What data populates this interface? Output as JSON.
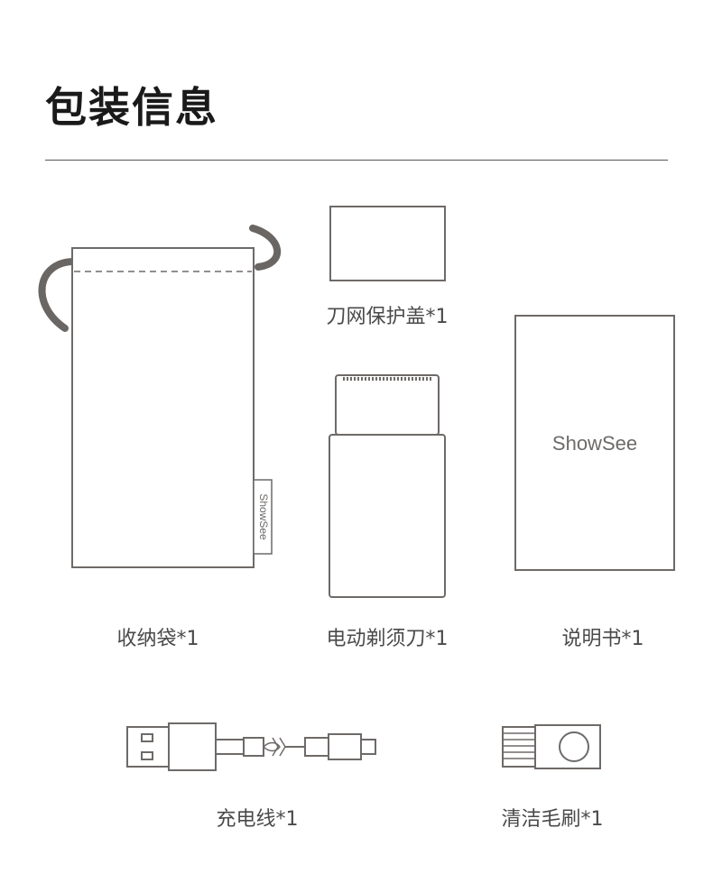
{
  "page": {
    "title": "包装信息"
  },
  "items": {
    "pouch": {
      "label": "收纳袋*1",
      "tag_text": "ShowSee"
    },
    "foil_cover": {
      "label": "刀网保护盖*1"
    },
    "shaver": {
      "label": "电动剃须刀*1"
    },
    "manual": {
      "label": "说明书*1",
      "brand_text": "ShowSee"
    },
    "cable": {
      "label": "充电线*1"
    },
    "brush": {
      "label": "清洁毛刷*1"
    }
  },
  "colors": {
    "line_art": "#6e6a68",
    "cord": "#6a6664",
    "title": "#1a1a1a",
    "caption": "#4a4a4a"
  }
}
